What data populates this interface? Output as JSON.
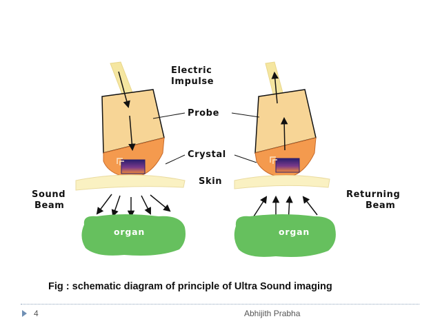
{
  "diagram": {
    "labels": {
      "electric_line1": "Electric",
      "electric_line2": "Impulse",
      "probe": "Probe",
      "crystal": "Crystal",
      "skin": "Skin",
      "sound_line1": "Sound",
      "sound_line2": "Beam",
      "returning_line1": "Returning",
      "returning_line2": "Beam",
      "organ_left": "organ",
      "organ_right": "organ"
    },
    "colors": {
      "cable": "#f5e6a0",
      "probe_body": "#f7d596",
      "crystal_orange": "#f49a4e",
      "skin": "#faf1c2",
      "organ": "#66c05e",
      "ink": "#111111"
    }
  },
  "caption": "Fig : schematic diagram of principle of Ultra Sound imaging",
  "footer": {
    "page_number": "4",
    "author": "Abhijith Prabha"
  }
}
